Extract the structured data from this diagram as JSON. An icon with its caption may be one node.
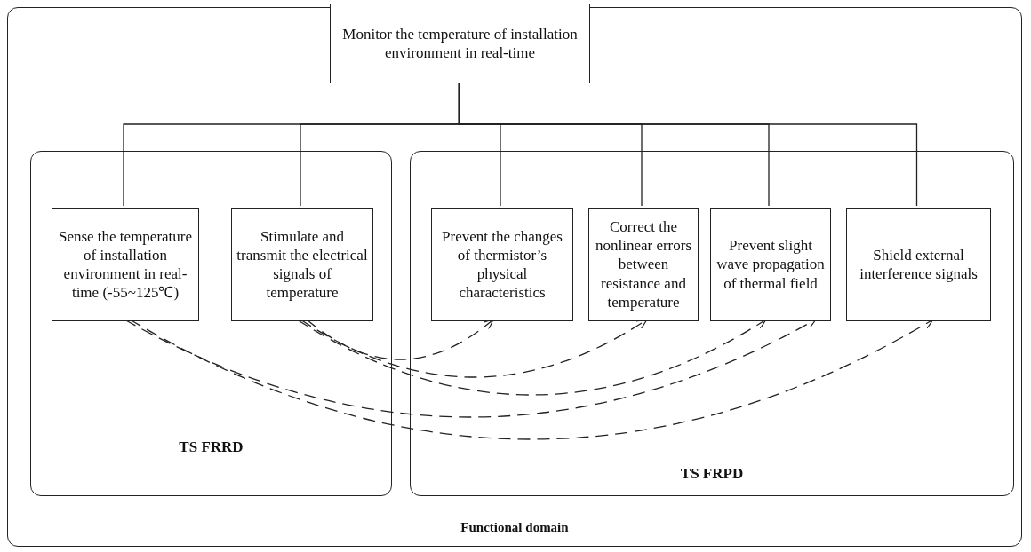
{
  "diagram": {
    "nodes": [
      {
        "text": [
          "Functional domain"
        ]
      },
      {
        "text": [
          "Monitor the temperature of installation environment in real-time"
        ],
        "in": 0
      },
      {
        "text": [
          "TS FRRD"
        ],
        "in": 0
      },
      {
        "text": [
          "Sense the temperature of installation environment in real-time (-55~125℃)"
        ],
        "in": 2
      },
      {
        "text": [
          "Stimulate and transmit the electrical signals of temperature"
        ],
        "in": 2
      },
      {
        "text": [
          "TS FRPD"
        ],
        "in": 0
      },
      {
        "text": [
          "Prevent the changes of thermistor’s physical characteristics"
        ],
        "in": 5
      },
      {
        "text": [
          "Correct the nonlinear errors between resistance and temperature"
        ],
        "in": 5
      },
      {
        "text": [
          "Prevent slight wave propagation of thermal field"
        ],
        "in": 5
      },
      {
        "text": [
          "Shield external interference signals"
        ],
        "in": 5
      }
    ],
    "edges": [
      {
        "from": 1,
        "to": 3,
        "arrow": "none"
      },
      {
        "from": 1,
        "to": 4,
        "arrow": "none"
      },
      {
        "from": 1,
        "to": 6,
        "arrow": "none"
      },
      {
        "from": 1,
        "to": 7,
        "arrow": "none"
      },
      {
        "from": 1,
        "to": 8,
        "arrow": "none"
      },
      {
        "from": 1,
        "to": 9,
        "arrow": "none"
      },
      {
        "from": 4,
        "to": 6,
        "arrow": "to",
        "style": "dashed"
      },
      {
        "from": 4,
        "to": 7,
        "arrow": "to",
        "style": "dashed"
      },
      {
        "from": 4,
        "to": 8,
        "arrow": "to",
        "style": "dashed"
      },
      {
        "from": 3,
        "to": 8,
        "arrow": "to",
        "style": "dashed"
      },
      {
        "from": 3,
        "to": 9,
        "arrow": "to",
        "style": "dashed"
      }
    ]
  }
}
